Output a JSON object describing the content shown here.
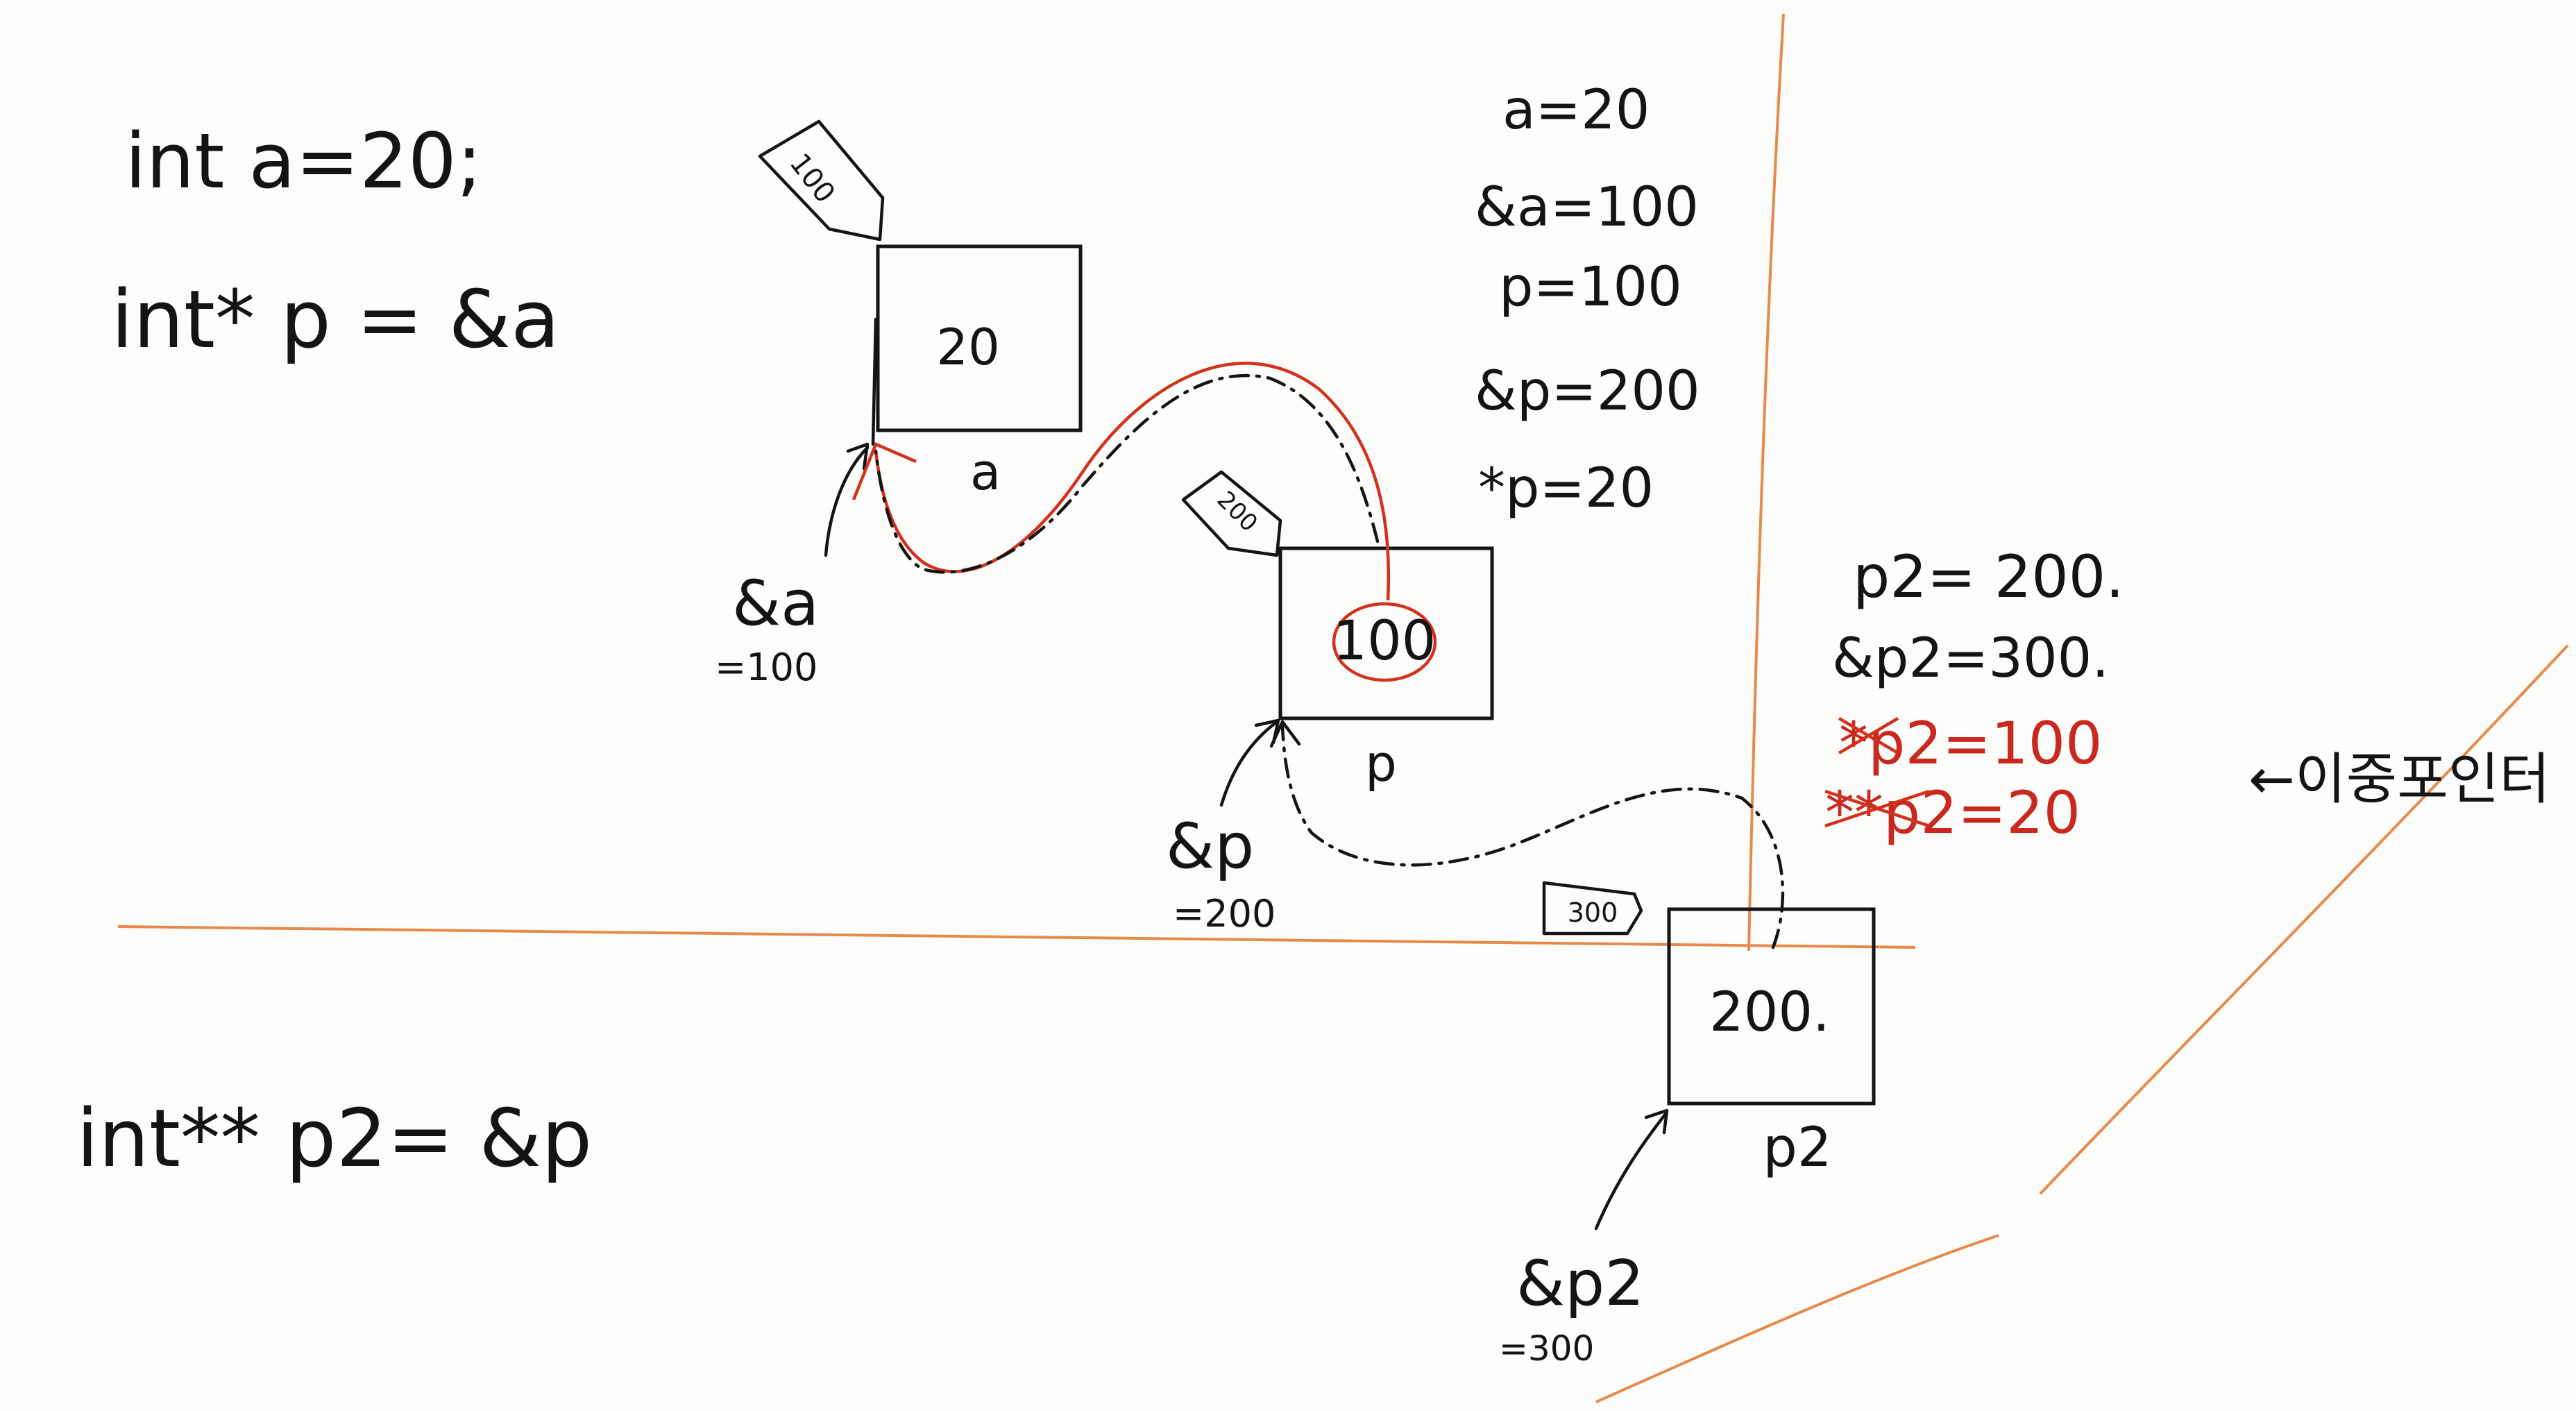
{
  "code": {
    "line1": "int a=20;",
    "line2": "int* p = &a",
    "line3": "int** p2= &p"
  },
  "cells": {
    "a": {
      "value": "20",
      "name": "a",
      "addr": "100",
      "addr_label": "&a",
      "addr_eq": "=100"
    },
    "p": {
      "value": "100",
      "name": "p",
      "addr": "200",
      "addr_label": "&p",
      "addr_eq": "=200"
    },
    "p2": {
      "value": "200.",
      "name": "p2",
      "addr": "300",
      "addr_label": "&p2",
      "addr_eq": "=300"
    }
  },
  "notes_p": [
    "a=20",
    "&a=100",
    "p=100",
    "&p=200",
    "*p=20"
  ],
  "notes_p2": {
    "lines": [
      "p2= 200.",
      "&p2=300."
    ],
    "deref1": "*p2=100",
    "deref2": "**p2=20"
  },
  "korean_label": "←이중포인터",
  "colors": {
    "ink": "#141414",
    "red": "#c8281e",
    "orange": "#e58a4a"
  }
}
